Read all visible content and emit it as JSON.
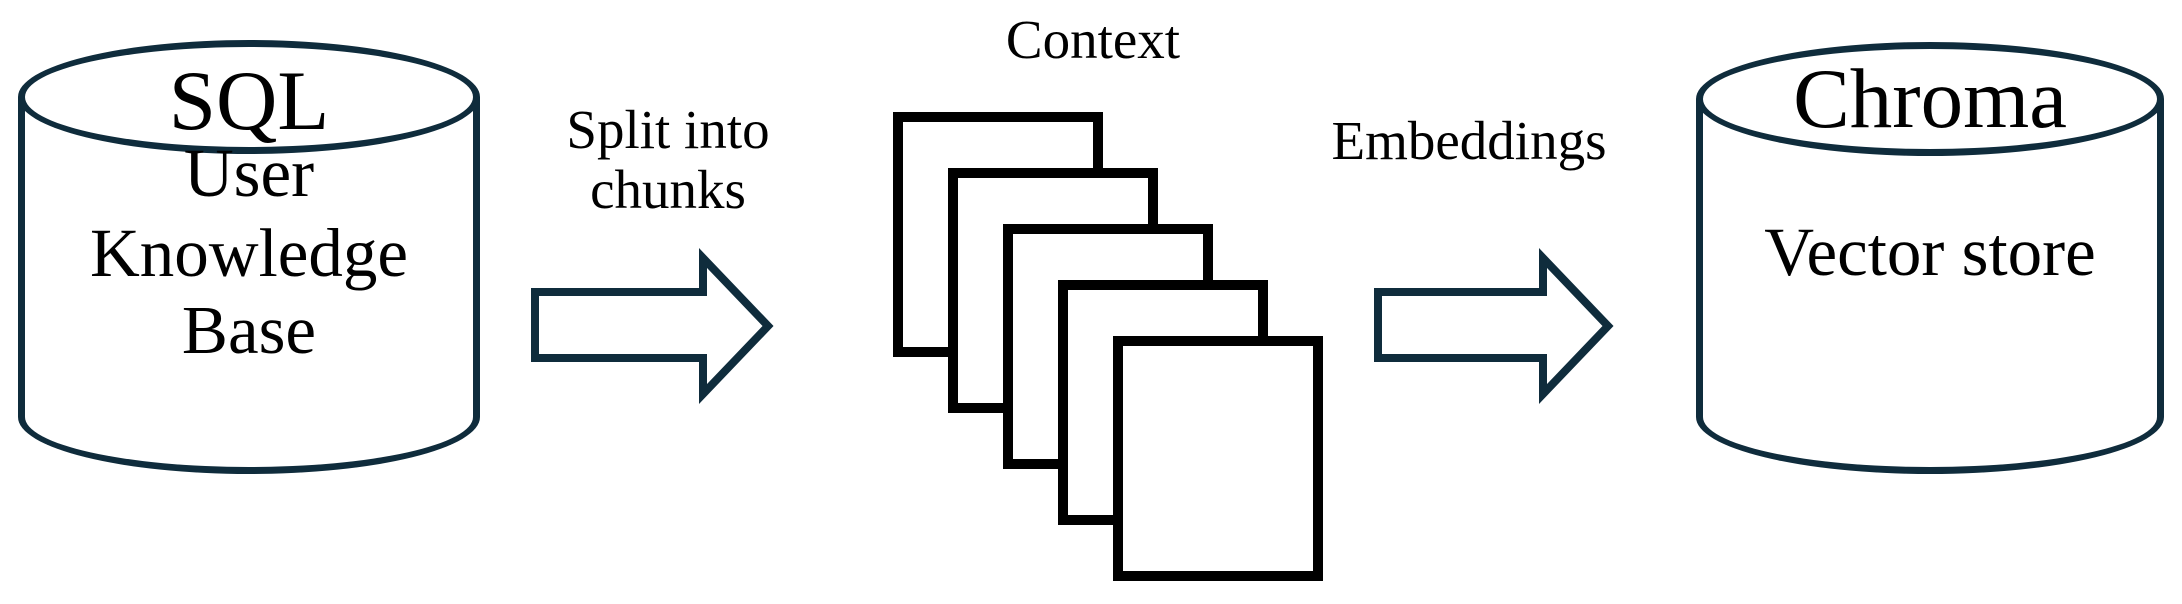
{
  "diagram": {
    "source_database": {
      "engine": "SQL",
      "name_lines": [
        "User",
        "Knowledge",
        "Base"
      ]
    },
    "split_label": {
      "line1": "Split into",
      "line2": "chunks"
    },
    "chunk_stack": {
      "label": "Context",
      "count": 5
    },
    "embeddings_label": "Embeddings",
    "vector_database": {
      "engine": "Chroma",
      "name": "Vector store"
    }
  },
  "colors": {
    "outline": "#0f2c3c",
    "chunk_border": "#000000",
    "text": "#000000",
    "background": "#ffffff"
  }
}
